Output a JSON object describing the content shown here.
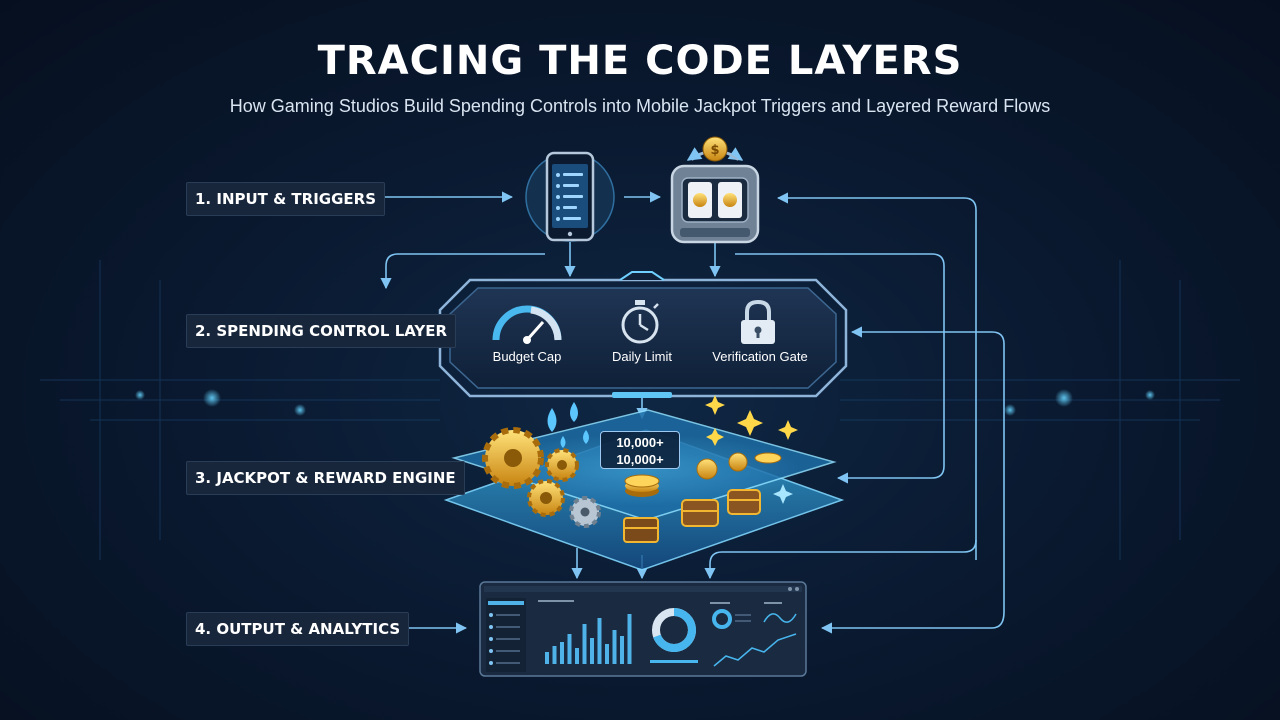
{
  "header": {
    "title": "TRACING THE CODE LAYERS",
    "subtitle": "How Gaming Studios Build Spending Controls into Mobile Jackpot Triggers and Layered Reward Flows"
  },
  "layers": {
    "input": "1. INPUT & TRIGGERS",
    "control": "2. SPENDING CONTROL LAYER",
    "engine": "3. JACKPOT & REWARD ENGINE",
    "output": "4. OUTPUT & ANALYTICS"
  },
  "controls": {
    "budget_cap": "Budget Cap",
    "daily_limit": "Daily Limit",
    "verification_gate": "Verification Gate"
  },
  "jackpot_counter": {
    "line1": "10,000+",
    "line2": "10,000+"
  },
  "icons": {
    "phone": "smartphone-icon",
    "slot": "slot-machine-icon",
    "budget": "gauge-icon",
    "daily": "stopwatch-icon",
    "verify": "padlock-icon"
  },
  "colors": {
    "background": "#0a1a31",
    "arrow": "#7fc4f2",
    "panel_border": "#8fb4da",
    "gold": "#f2b630",
    "platform_glow": "#43b8f0"
  }
}
